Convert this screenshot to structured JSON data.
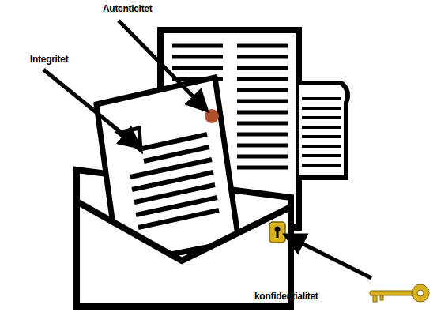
{
  "diagram": {
    "labels": [
      "Autenticitet",
      "Integritet",
      "konfidentialitet"
    ]
  }
}
